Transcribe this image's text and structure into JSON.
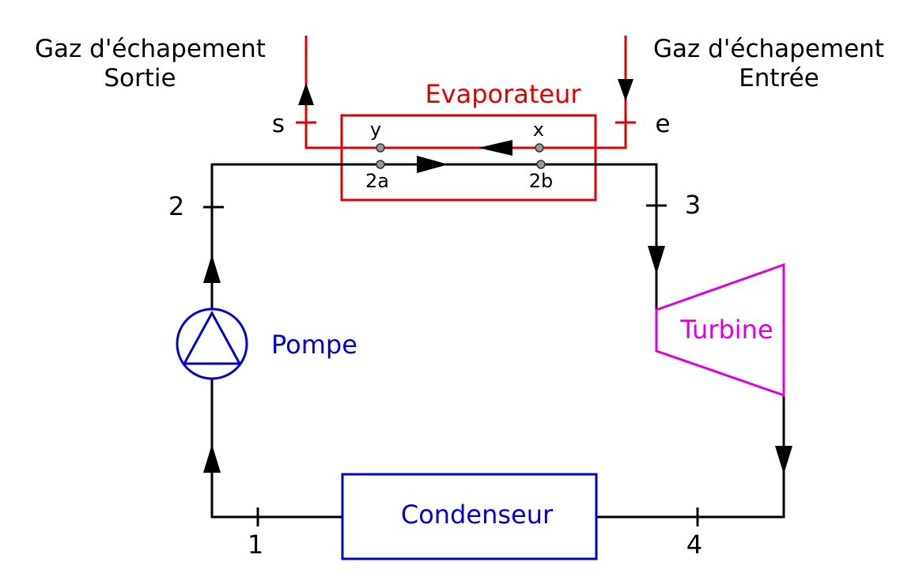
{
  "labels": {
    "exhaust_out_line1": "Gaz d'échapement",
    "exhaust_out_line2": "Sortie",
    "exhaust_in_line1": "Gaz d'échapement",
    "exhaust_in_line2": "Entrée",
    "evaporator": "Evaporateur",
    "pump": "Pompe",
    "turbine": "Turbine",
    "condenser": "Condenseur"
  },
  "points": {
    "s": "s",
    "e": "e",
    "y": "y",
    "x": "x",
    "p2a": "2a",
    "p2b": "2b",
    "p1": "1",
    "p2": "2",
    "p3": "3",
    "p4": "4"
  },
  "colors": {
    "water_loop": "#000000",
    "exhaust_gas": "#e00000",
    "evaporator": "#e00000",
    "pump": "#0000c8",
    "condenser": "#0000c8",
    "turbine": "#dd00dd"
  }
}
